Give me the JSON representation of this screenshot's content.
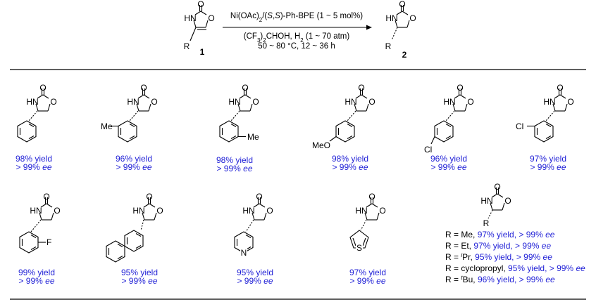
{
  "reaction": {
    "reactant_number": "1",
    "product_number": "2",
    "substituent": "R",
    "atoms": {
      "nh": "HN",
      "o": "O"
    },
    "conditions": {
      "catalyst_a": "Ni(OAc)",
      "catalyst_sub": "2",
      "catalyst_b": "/(",
      "catalyst_italic_1": "S",
      "catalyst_c": ",",
      "catalyst_italic_2": "S",
      "catalyst_d": ")-Ph-BPE (1 ~ 5 mol%)",
      "solvent_a": "(CF",
      "solvent_sub": "3",
      "solvent_b": ")",
      "solvent_sub2": "2",
      "solvent_c": "CHOH, H",
      "solvent_sub3": "2",
      "solvent_d": " (1 ~ 70 atm)",
      "temp_time": "50 ~ 80 °C, 12 ~ 36 h"
    }
  },
  "ee_label": "ee",
  "ee_prefix": "> 99% ",
  "products": [
    {
      "yield": "98% yield",
      "substituent": ""
    },
    {
      "yield": "96% yield",
      "substituent": "Me"
    },
    {
      "yield": "98% yield",
      "substituent": "Me"
    },
    {
      "yield": "98% yield",
      "substituent": "MeO"
    },
    {
      "yield": "96% yield",
      "substituent": "Cl"
    },
    {
      "yield": "97% yield",
      "substituent": "Cl"
    },
    {
      "yield": "99% yield",
      "substituent": "F"
    },
    {
      "yield": "95% yield",
      "substituent": ""
    },
    {
      "yield": "95% yield",
      "substituent": "N"
    },
    {
      "yield": "97% yield",
      "substituent": "S"
    }
  ],
  "alkyl_entries": [
    {
      "r_label": "R = Me, ",
      "yield": "97% yield, > 99% "
    },
    {
      "r_label": "R = Et, ",
      "yield": "97% yield, > 99% "
    },
    {
      "r_prefix": "R = ",
      "r_sup": "i",
      "r_label": "Pr, ",
      "yield": "95% yield, > 99% "
    },
    {
      "r_label": "R = cyclopropyl, ",
      "yield": "95% yield, > 99% "
    },
    {
      "r_prefix": "R = ",
      "r_sup": "t",
      "r_label": "Bu, ",
      "yield": "96% yield, > 99% "
    }
  ]
}
